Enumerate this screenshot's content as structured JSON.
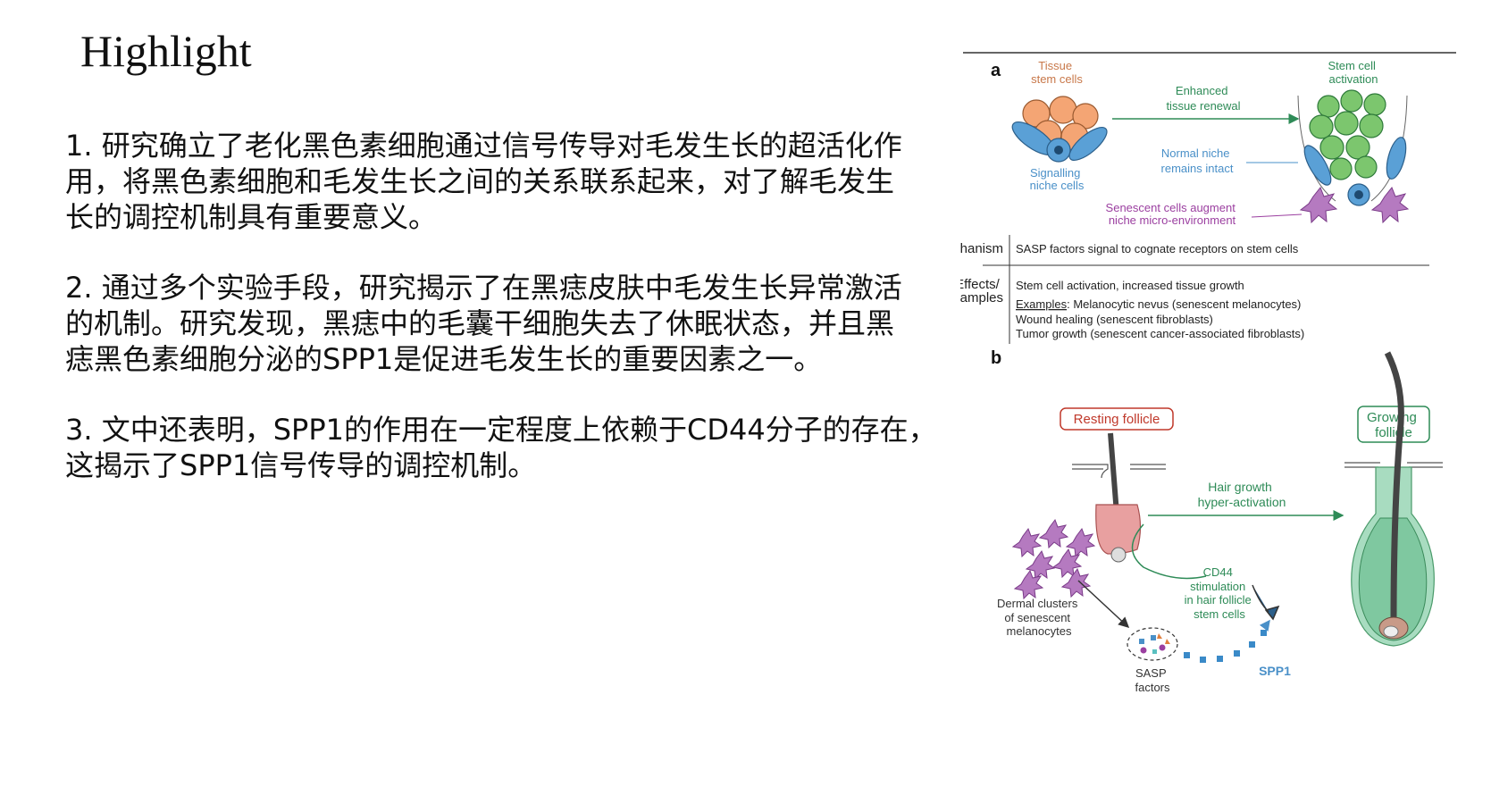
{
  "title": "Highlight",
  "paragraphs": [
    "1. 研究确立了老化黑色素细胞通过信号传导对毛发生长的超活化作\n用，将黑色素细胞和毛发生长之间的关系联系起来，对了解毛发生\n长的调控机制具有重要意义。",
    "2. 通过多个实验手段，研究揭示了在黑痣皮肤中毛发生长异常激活\n的机制。研究发现，黑痣中的毛囊干细胞失去了休眠状态，并且黑\n痣黑色素细胞分泌的SPP1是促进毛发生长的重要因素之一。",
    "3. 文中还表明，SPP1的作用在一定程度上依赖于CD44分子的存在，\n这揭示了SPP1信号传导的调控机制。"
  ],
  "figure": {
    "panel_a": {
      "letter": "a",
      "tissue_stem_cells": [
        "Tissue",
        "stem cells"
      ],
      "stem_cell_activation": [
        "Stem cell",
        "activation"
      ],
      "enhanced_renewal": [
        "Enhanced",
        "tissue renewal"
      ],
      "signalling_niche": [
        "Signalling",
        "niche cells"
      ],
      "normal_niche": [
        "Normal niche",
        "remains intact"
      ],
      "senescent_augment": [
        "Senescent cells augment",
        "niche micro-environment"
      ],
      "mechanism_label": "Mechanism",
      "mechanism_text": "SASP factors signal to cognate receptors on stem cells",
      "effects_label": [
        "Effects/",
        "Examples"
      ],
      "effects_lines": [
        "Stem cell activation, increased tissue growth",
        "Melanocytic nevus (senescent melanocytes)",
        "Wound healing (senescent fibroblasts)",
        "Tumor growth (senescent cancer-associated fibroblasts)"
      ],
      "examples_prefix": "Examples"
    },
    "panel_b": {
      "letter": "b",
      "resting_follicle": "Resting follicle",
      "growing_follicle": [
        "Growing",
        "follicle"
      ],
      "hair_growth": [
        "Hair growth",
        "hyper-activation"
      ],
      "cd44": [
        "CD44",
        "stimulation",
        "in hair follicle",
        "stem cells"
      ],
      "dermal_clusters": [
        "Dermal clusters",
        "of senescent",
        "melanocytes"
      ],
      "sasp_factors": [
        "SASP",
        "factors"
      ],
      "spp1": "SPP1"
    },
    "colors": {
      "orange": "#c8784a",
      "green": "#2e8b57",
      "purple": "#9b3fa0",
      "blue": "#4a90c8",
      "red": "#c0392b"
    }
  }
}
